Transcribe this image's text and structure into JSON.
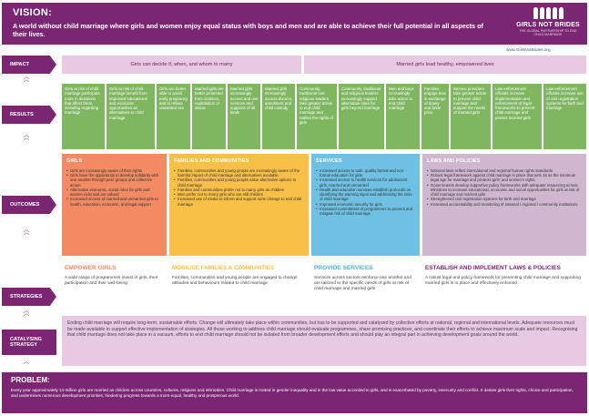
{
  "vision": {
    "title": "VISION:",
    "text": "A world without child marriage where girls and women enjoy equal status with boys and men and are able to achieve their full potential in all aspects of their lives."
  },
  "logo": {
    "name": "GIRLS NOT BRIDES",
    "tagline": "THE GLOBAL PARTNERSHIP TO END CHILD MARRIAGE"
  },
  "website": "www.GirlsNotBrides.org",
  "labels": {
    "impact": "IMPACT",
    "results": "RESULTS",
    "outcomes": "OUTCOMES",
    "strategies": "STRATEGIES",
    "catalysing": "CATALYSING STRATEGY"
  },
  "impact": [
    "Girls can decide if, when, and whom to marry",
    "Married girls lead healthy, empowered lives"
  ],
  "results": [
    "Girls at risk of child marriage participate more in decisions that affect them, including regarding marriage",
    "Girls at risk of child marriage benefit from improved educational and economic opportunities as alternatives to child marriage",
    "Girls are better able to avoid early pregnancy and to refuse unwanted sex",
    "Married girls are better protected from violence, exploitation or abuse",
    "Married girls increasingly access and use services and supports of all kinds",
    "Married girls increasingly access divorce, annulment and child custody",
    "Community, traditional and religious leaders take greater action to end child marriage and realise the rights of girls",
    "Community, traditional and religious leaders increasingly support alternative roles for girls beyond marriage",
    "Men and boys increasingly take action to end child marriage",
    "Families engage less in exchange of dowry and bride price",
    "Service providers take greater action to prevent child marriage and support the needs of married girls",
    "Law enforcement officials increase implementation and enforcement of legal frameworks to prevent child marriage and protect married girls",
    "Law enforcement officials increase use of civil registration systems for birth and marriage"
  ],
  "outcomes": [
    {
      "title": "GIRLS",
      "items": [
        "Girls are increasingly aware of their rights",
        "Girls have the opportunity to develop solidarity with one another through peer groups and collective action",
        "Alternative economic, social roles for girls and women exist and are valued",
        "Increased access of married and unmarried girls to health, education, economic, and legal support"
      ]
    },
    {
      "title": "FAMILIES AND COMMUNITIES",
      "items": [
        "Families, communities and young people are increasingly aware of the harmful impact of child marriage and alternatives available",
        "Families, communities and young people value alternative options to child marriage",
        "Families and communities prefer not to marry girls as children",
        "Men prefer not to marry girls who are still children",
        "Increased use of media to inform and support norm change to end child marriage"
      ]
    },
    {
      "title": "SERVICES",
      "items": [
        "Increased access to safe, quality formal and non-formal education for girls",
        "Increased access to health services for adolescent girls, married and unmarried",
        "Health and education services establish protocols on identifying the warning signs and addressing the risks of child marriage",
        "Improved economic security for girls",
        "Increased commitment of programmes to prevent and mitigate risk of child marriage"
      ]
    },
    {
      "title": "LAWS AND POLICIES",
      "items": [
        "National laws reflect international and regional human rights standards",
        "Robust legal framework against child marriage in place that sets 18 as the minimum legal age for marriage and protects girls' and women's rights",
        "Governments develop supportive policy frameworks with adequate resourcing across Ministries to increase educational, economic and social opportunities for girls at risk of child marriage and married girls",
        "Strengthened civil registration systems for birth and marriage",
        "Increased accountability and monitoring of national / regional / community institutions"
      ]
    }
  ],
  "strategies": [
    {
      "title": "EMPOWER GIRLS",
      "text": "A wide range of programmes invest in girls, their participation and their well-being",
      "color": "#f28a63"
    },
    {
      "title": "MOBILISE FAMILIES & COMMUNITIES",
      "text": "Families, communities and young people are engaged to change attitudes and behaviours related to child marriage",
      "color": "#f9c047"
    },
    {
      "title": "PROVIDE SERVICES",
      "text": "Services across sectors reinforce one another and are tailored to the specific needs of girls at risk of child marriage and married girls",
      "color": "#4fb0d9"
    },
    {
      "title": "ESTABLISH AND IMPLEMENT LAWS & POLICIES",
      "text": "A robust legal and policy framework for preventing child marriage and supporting married girls is in place and effectively enforced",
      "color": "#7a2672"
    }
  ],
  "catalysing": "Ending child marriage will require long-term, sustainable efforts. Change will ultimately take place within communities, but has to be supported and catalysed by collective efforts at national, regional and international levels. Adequate resources must be made available to support effective implementation of strategies. All those working to address child marriage should evaluate programmes, share promising practices, and coordinate their efforts to achieve maximum scale and impact. Recognising that child marriage does not take place in a vacuum, efforts to end child marriage should not be isolated from broader development efforts and should play an integral part in achieving development goals around the world.",
  "problem": {
    "title": "PROBLEM:",
    "text": "Every year approximately 14 million girls are married as children across countries, cultures, religions and ethnicities. Child marriage is rooted in gender inequality and in the low value accorded to girls, and is exacerbated by poverty, insecurity and conflict. It denies girls their rights, choice and participation, and undermines numerous development priorities, hindering progress towards a more equal, healthy and prosperous world."
  },
  "colors": {
    "purple": "#7a2672",
    "light_purple": "#e8c9e3",
    "green": "#7fb761",
    "orange": "#f28a63",
    "yellow": "#f9c047",
    "blue": "#6fc1e3",
    "lavender": "#cfb7cf"
  }
}
